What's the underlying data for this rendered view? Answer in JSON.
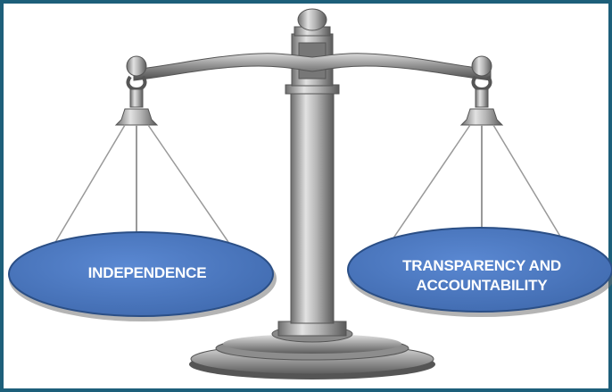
{
  "colors": {
    "frame": "#1d5f7a",
    "pan_fill": "#4a78c2",
    "pan_stroke": "#2b4f86",
    "metal_dark": "#5e5e5e",
    "metal_mid": "#9a9a9a",
    "metal_light": "#d8d8d8"
  },
  "pans": {
    "left": {
      "label_line1": "INDEPENDENCE",
      "label_line2": ""
    },
    "right": {
      "label_line1": "TRANSPARENCY AND",
      "label_line2": "ACCOUNTABILITY"
    }
  },
  "icons": {
    "scale": "balance-scale-icon"
  }
}
